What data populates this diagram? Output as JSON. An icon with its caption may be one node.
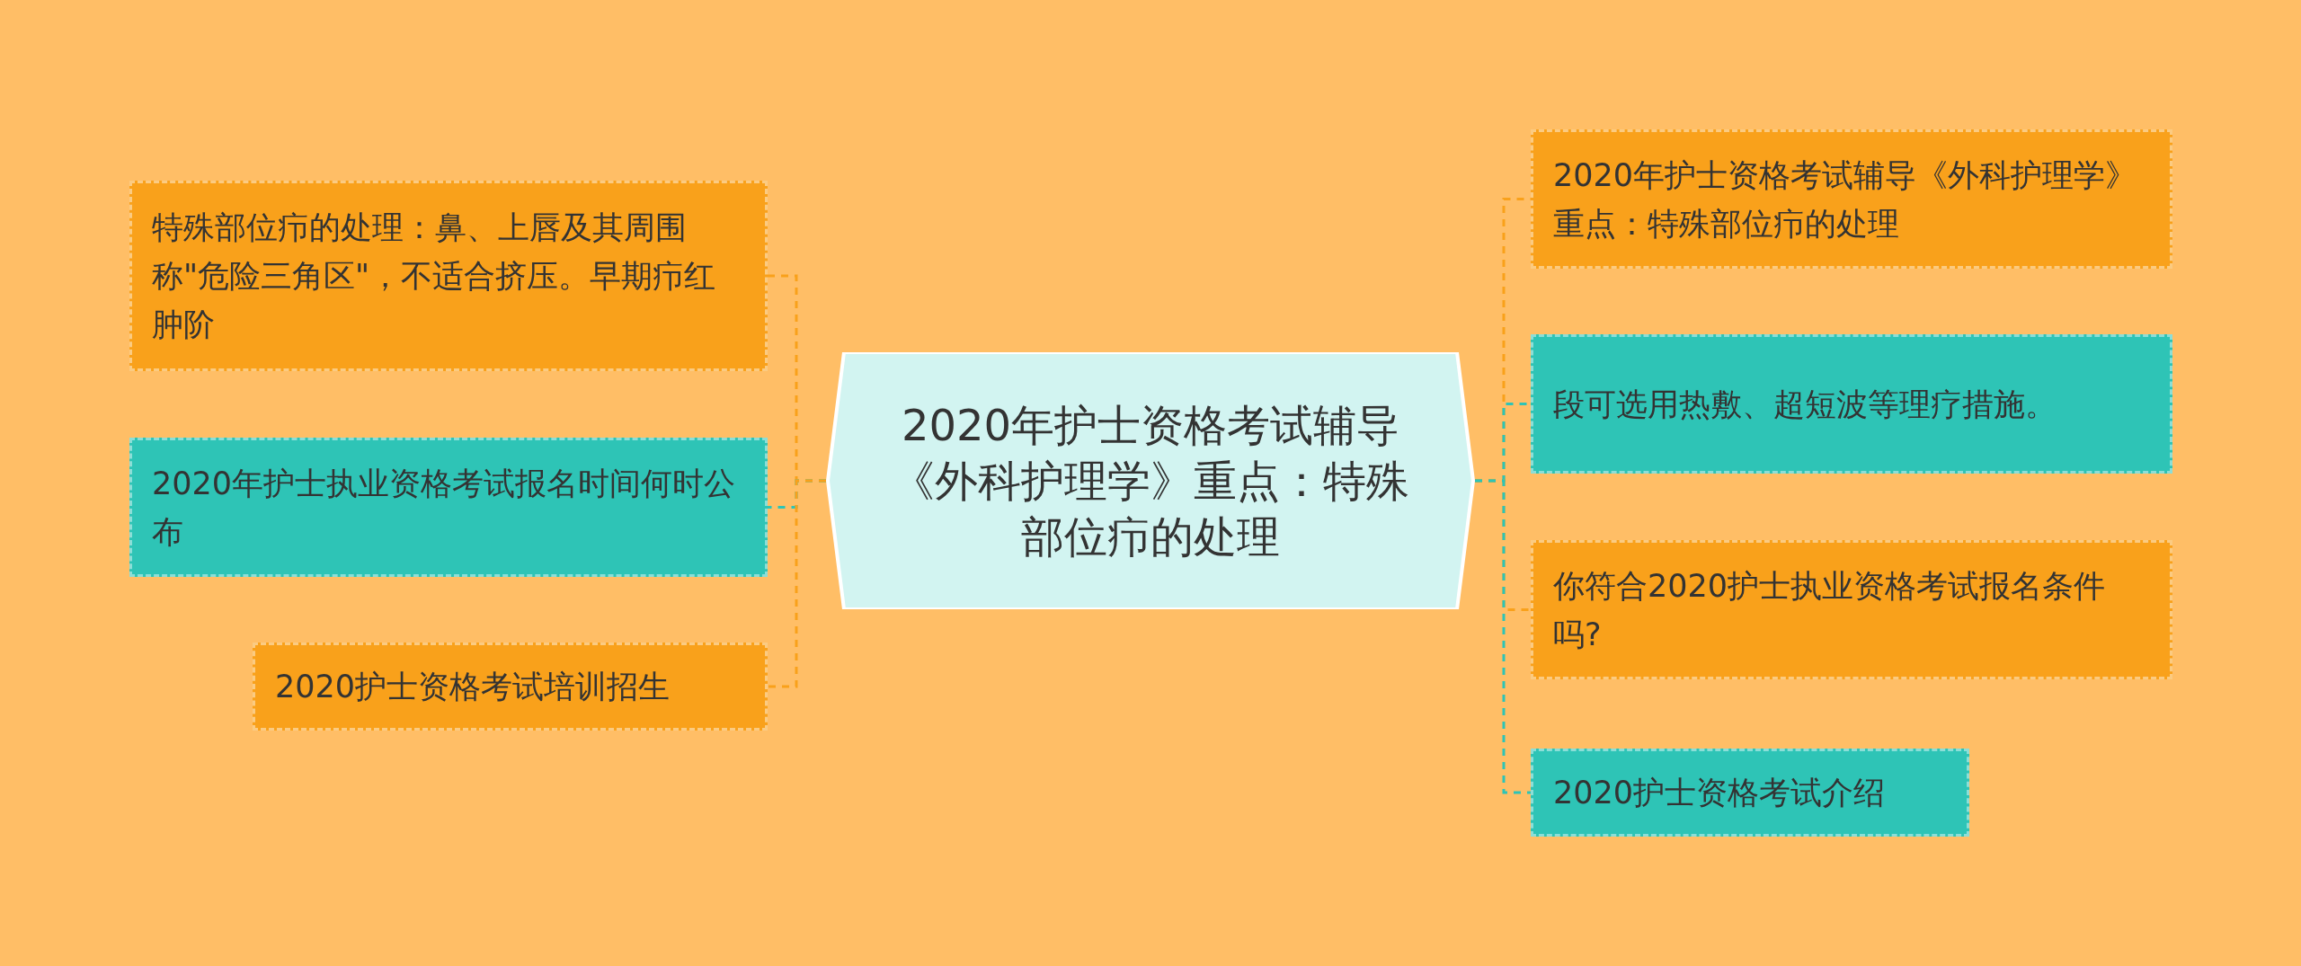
{
  "diagram": {
    "nodes": [
      {
        "text": [
          "2020年护士资格考试辅导《外科护理学》重点：特殊部位疖的处理"
        ]
      },
      {
        "text": [
          "特殊部位疖的处理：鼻、上唇及其周围称\"危险三角区\"，不适合挤压。早期疖红肿阶"
        ]
      },
      {
        "text": [
          "2020年护士执业资格考试报名时间何时公布"
        ]
      },
      {
        "text": [
          "2020护士资格考试培训招生"
        ]
      },
      {
        "text": [
          "2020年护士资格考试辅导《外科护理学》重点：特殊部位疖的处理"
        ]
      },
      {
        "text": [
          "段可选用热敷、超短波等理疗措施。"
        ]
      },
      {
        "text": [
          "你符合2020护士执业资格考试报名条件吗?"
        ]
      },
      {
        "text": [
          "2020护士资格考试介绍"
        ]
      }
    ],
    "edges": [
      {
        "from": 0,
        "to": 1,
        "arrow": "none",
        "style": "dashed"
      },
      {
        "from": 0,
        "to": 2,
        "arrow": "none",
        "style": "dashed",
        "color": "#2ec4b6"
      },
      {
        "from": 0,
        "to": 3,
        "arrow": "none",
        "style": "dashed"
      },
      {
        "from": 0,
        "to": 4,
        "arrow": "none",
        "style": "dashed"
      },
      {
        "from": 0,
        "to": 5,
        "arrow": "none",
        "style": "dashed",
        "color": "#2ec4b6"
      },
      {
        "from": 0,
        "to": 6,
        "arrow": "none",
        "style": "dashed"
      },
      {
        "from": 0,
        "to": 7,
        "arrow": "none",
        "style": "dashed",
        "color": "#2ec4b6"
      }
    ]
  }
}
